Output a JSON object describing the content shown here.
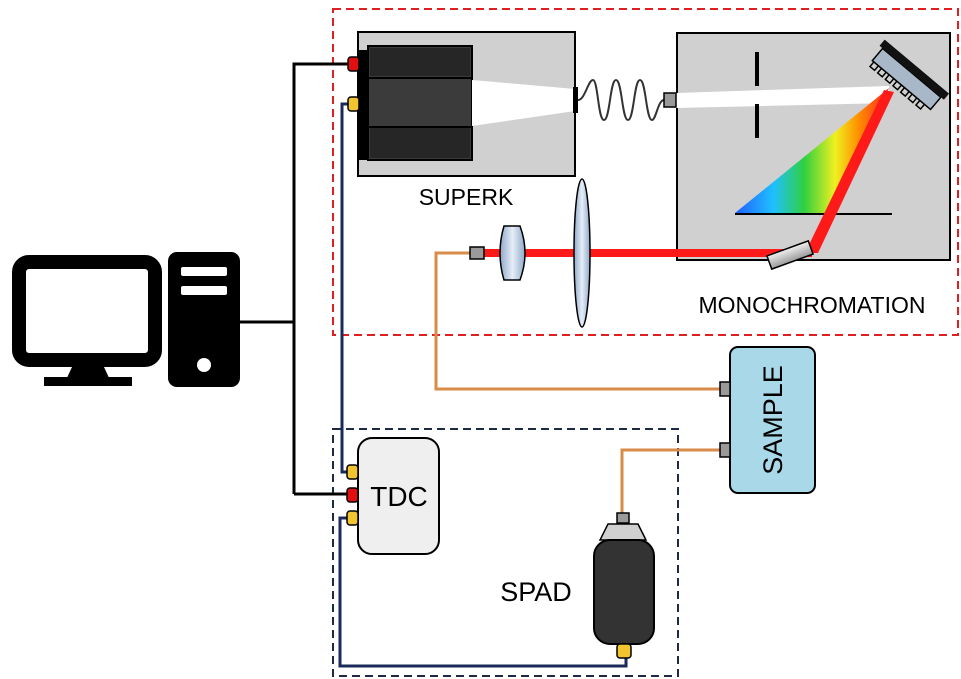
{
  "labels": {
    "superk": "SUPERK",
    "monochromation": "MONOCHROMATION",
    "tdc": "TDC",
    "spad": "SPAD",
    "sample": "SAMPLE"
  },
  "colors": {
    "red_dashed_box": "#e02020",
    "navy_dashed_box": "#1e2a44",
    "device_gray": "#d0d0d0",
    "laser_red": "#ff1a1a",
    "fiber_orange": "#d98b4a",
    "coax_navy": "#1a2a5a",
    "connector_red": "#e01010",
    "connector_yellow": "#f2c430",
    "sample_fill": "#a9d8e8",
    "tdc_fill": "#efefef",
    "spad_fill": "#333333",
    "computer_black": "#000000"
  },
  "icons": {
    "computer": "desktop-computer-icon",
    "grating": "diffraction-grating-icon",
    "lens": "lens-icon",
    "mirror": "mirror-icon",
    "fiber_coil": "fiber-coil-icon"
  }
}
